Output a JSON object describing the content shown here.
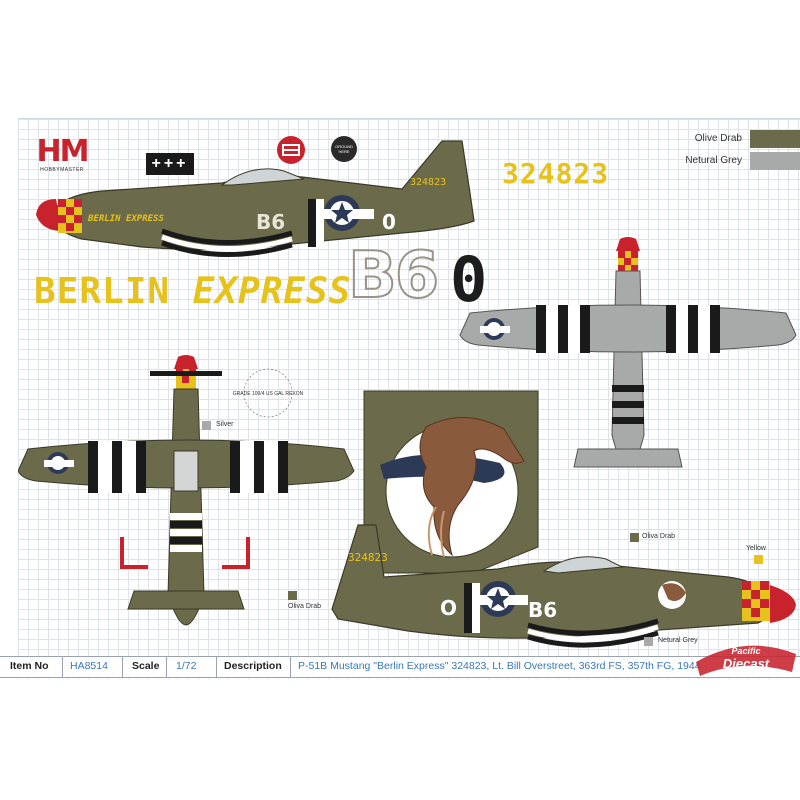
{
  "brand": {
    "logo": "HM",
    "sub": "HOBBYMASTER"
  },
  "legend": [
    {
      "label": "Olive Drab",
      "color": "#6b6a4a"
    },
    {
      "label": "Netural Grey",
      "color": "#a8aaaa"
    }
  ],
  "markings": {
    "serial": "324823",
    "serial_small": "324823",
    "nose_name_left": "BERLIN",
    "nose_name_right": "EXPRESS",
    "decal_name_left": "BERLIN",
    "decal_name_right": "EXPRESS",
    "code_big": "B6",
    "code_big_0": "0",
    "code_side": "B6",
    "code_side_0": "0",
    "fuselage_code": "B6",
    "fuselage_0": "O",
    "stencil_text": "GRADE 100/4  US GAL  REXON"
  },
  "callouts": {
    "silver": "Silver",
    "oliva_top": "Oliva Drab",
    "yellow": "Yellow",
    "olive_tail": "Oliva Drab",
    "netural": "Netural Grey"
  },
  "colors": {
    "olive": "#6b6a4a",
    "grey": "#a8aaaa",
    "yellow": "#e8c21c",
    "red": "#c8232c",
    "black": "#1a1a1a",
    "white": "#ffffff",
    "insignia_blue": "#2d3a57",
    "mascot_brown": "#8a5a3c"
  },
  "footer": {
    "item_no_label": "Item No",
    "item_no": "HA8514",
    "scale_label": "Scale",
    "scale": "1/72",
    "description_label": "Description",
    "description": "P-51B Mustang \"Berlin Express\" 324823, Lt. Bill Overstreet, 363rd FS, 357th FG, 1944"
  },
  "watermark": {
    "line1": "Pacific",
    "line2": "Diecast"
  }
}
